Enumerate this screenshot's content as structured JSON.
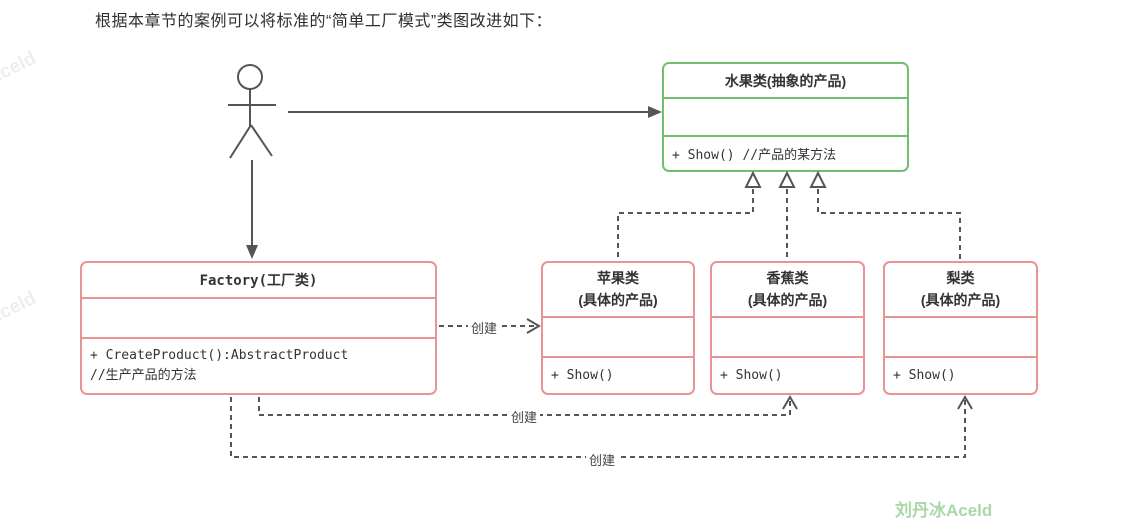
{
  "title": "根据本章节的案例可以将标准的“简单工厂模式”类图改进如下：",
  "diagram": {
    "abstract_class": {
      "name": "水果类(抽象的产品)",
      "attributes": "",
      "methods": "+ Show() //产品的某方法"
    },
    "factory_class": {
      "name": "Factory(工厂类)",
      "attributes": "",
      "method_line1": "+ CreateProduct():AbstractProduct",
      "method_line2": "//生产产品的方法"
    },
    "product_classes": [
      {
        "name_line1": "苹果类",
        "name_line2": "(具体的产品)",
        "attributes": "",
        "methods": "+ Show()"
      },
      {
        "name_line1": "香蕉类",
        "name_line2": "(具体的产品)",
        "attributes": "",
        "methods": "+ Show()"
      },
      {
        "name_line1": "梨类",
        "name_line2": "(具体的产品)",
        "attributes": "",
        "methods": "+ Show()"
      }
    ],
    "edge_labels": [
      "创建",
      "创建",
      "创建"
    ],
    "colors": {
      "abstract_border": "#6fbf73",
      "concrete_border": "#e89494",
      "connector": "#555555",
      "text": "#333333",
      "watermark_green": "#a9d7a9",
      "watermark_gray": "#ededed"
    }
  },
  "watermarks": {
    "corner": "刘丹冰Aceld",
    "diagonal": "Aceld"
  }
}
